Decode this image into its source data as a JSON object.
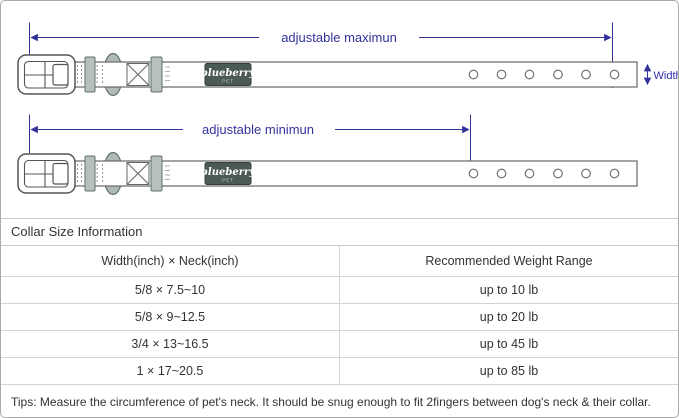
{
  "diagram": {
    "max_label": "adjustable maximun",
    "min_label": "adjustable minimun",
    "width_label": "Width",
    "brand": {
      "name": "blueberry",
      "sub": "PET"
    },
    "colors": {
      "annotation": "#32329b",
      "outline": "#666666",
      "keeper": "#b7c0be",
      "patch": "#4c5a55"
    }
  },
  "table": {
    "title": "Collar Size Information",
    "headers": [
      "Width(inch)  ×  Neck(inch)",
      "Recommended Weight Range"
    ],
    "rows": [
      {
        "size": "5/8 × 7.5~10",
        "weight": "up to 10 lb"
      },
      {
        "size": "5/8 × 9~12.5",
        "weight": "up to 20 lb"
      },
      {
        "size": "3/4 × 13~16.5",
        "weight": "up to 45 lb"
      },
      {
        "size": "1 × 17~20.5",
        "weight": "up to 85 lb"
      }
    ],
    "tips": "Tips: Measure the circumference of pet's neck. It should be snug enough to fit 2fingers between dog's neck & their collar."
  }
}
